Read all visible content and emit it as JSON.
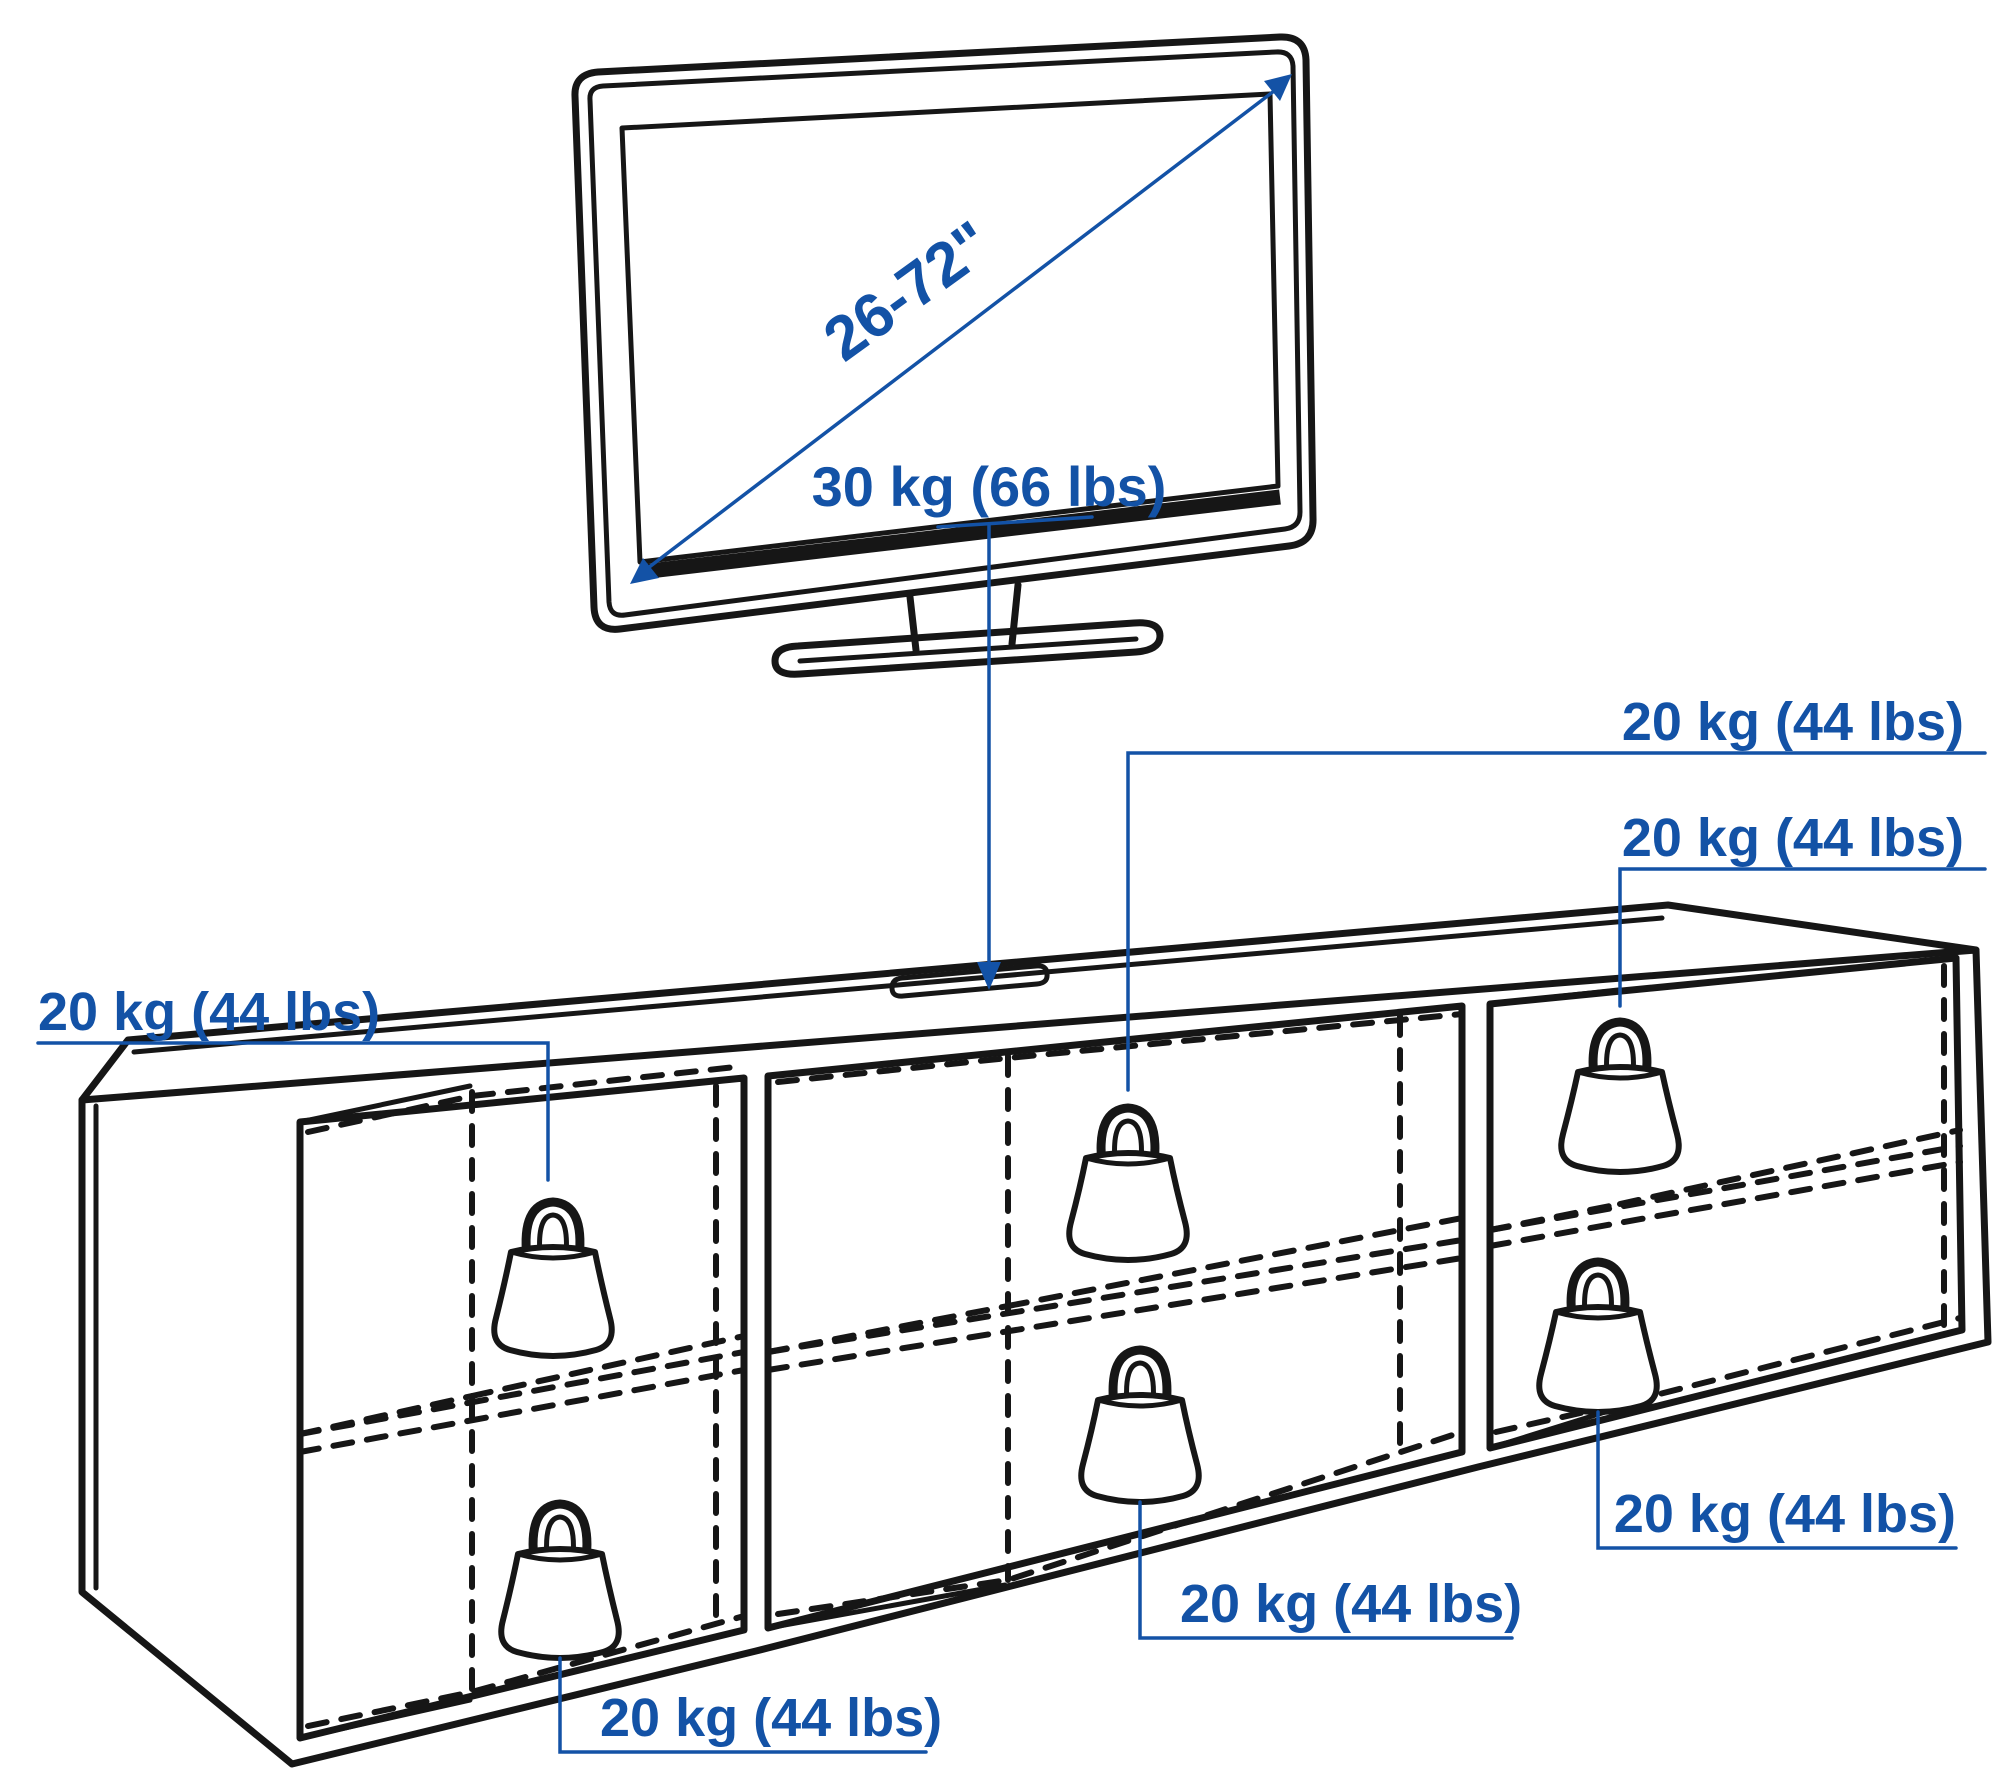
{
  "tv": {
    "size_label": "26-72\"",
    "weight_limit_label": "30 kg (66 lbs)"
  },
  "load_labels": [
    {
      "id": "left-top",
      "text": "20 kg (44 lbs)"
    },
    {
      "id": "top-right-1",
      "text": "20 kg (44 lbs)"
    },
    {
      "id": "top-right-2",
      "text": "20 kg (44 lbs)"
    },
    {
      "id": "bottom-right",
      "text": "20 kg (44 lbs)"
    },
    {
      "id": "bottom-middle",
      "text": "20 kg (44 lbs)"
    },
    {
      "id": "bottom-left",
      "text": "20 kg (44 lbs)"
    }
  ],
  "colors": {
    "annotation_blue": "#1352a6",
    "line_black": "#161616"
  }
}
